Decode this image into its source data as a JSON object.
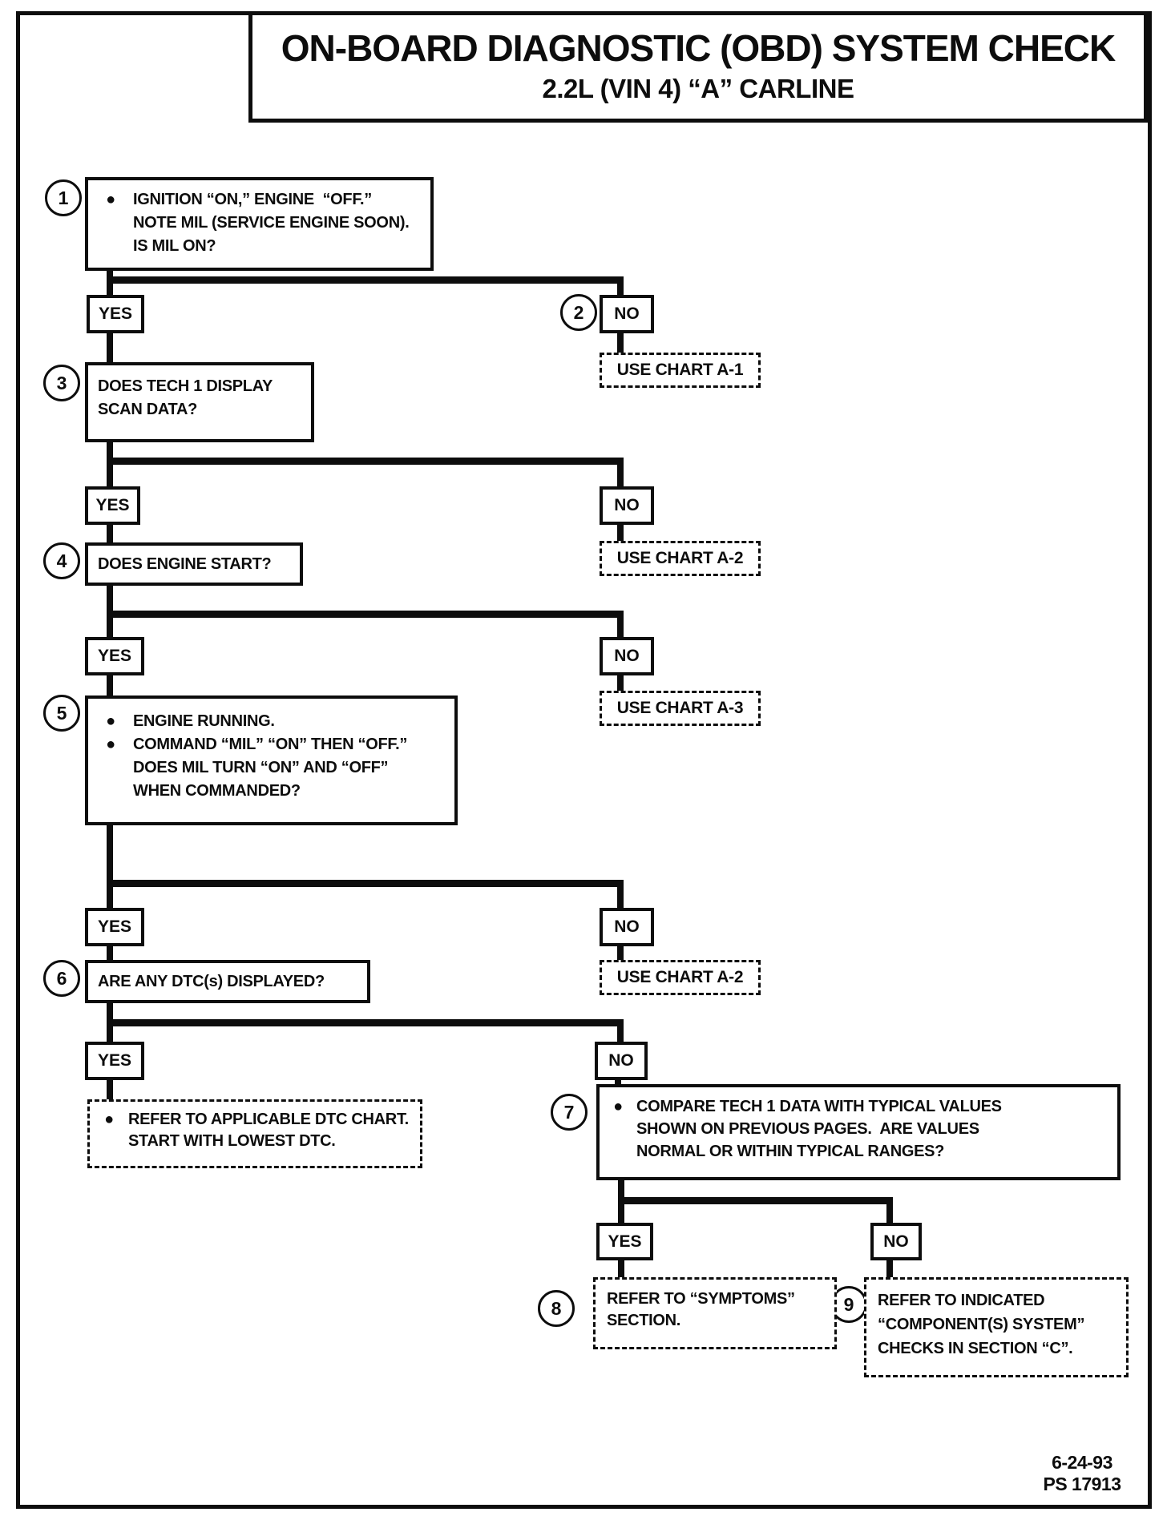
{
  "title": {
    "line1": "ON-BOARD DIAGNOSTIC (OBD) SYSTEM CHECK",
    "line2": "2.2L (VIN 4) “A” CARLINE"
  },
  "glyphs": {
    "bullet": "●"
  },
  "labels": {
    "yes": "YES",
    "no": "NO"
  },
  "circles": {
    "c1": "1",
    "c2": "2",
    "c3": "3",
    "c4": "4",
    "c5": "5",
    "c6": "6",
    "c7": "7",
    "c8": "8",
    "c9": "9"
  },
  "boxes": {
    "step1": [
      "IGNITION “ON,” ENGINE  “OFF.”",
      "NOTE MIL (SERVICE ENGINE SOON).",
      "IS MIL ON?"
    ],
    "step3": [
      "DOES TECH 1 DISPLAY",
      "SCAN DATA?"
    ],
    "step4": [
      "DOES ENGINE START?"
    ],
    "step5": [
      "ENGINE RUNNING.",
      "COMMAND “MIL” “ON” THEN “OFF.”",
      "DOES MIL TURN “ON” AND “OFF”",
      "WHEN COMMANDED?"
    ],
    "step6": [
      "ARE ANY DTC(s) DISPLAYED?"
    ],
    "step7": [
      "COMPARE TECH 1 DATA WITH TYPICAL VALUES",
      "SHOWN ON PREVIOUS PAGES.  ARE VALUES",
      "NORMAL OR WITHIN TYPICAL RANGES?"
    ],
    "dtc": [
      "REFER TO APPLICABLE DTC CHART.",
      "START WITH LOWEST DTC."
    ],
    "step8": [
      "REFER TO “SYMPTOMS”",
      "SECTION."
    ],
    "step9": [
      "REFER TO INDICATED",
      "“COMPONENT(S) SYSTEM”",
      "CHECKS IN SECTION “C”."
    ]
  },
  "chart_refs": {
    "a1": "USE CHART A-1",
    "a2": "USE CHART A-2",
    "a3": "USE CHART A-3",
    "a2b": "USE CHART A-2"
  },
  "footer": {
    "date": "6-24-93",
    "code": "PS 17913"
  }
}
